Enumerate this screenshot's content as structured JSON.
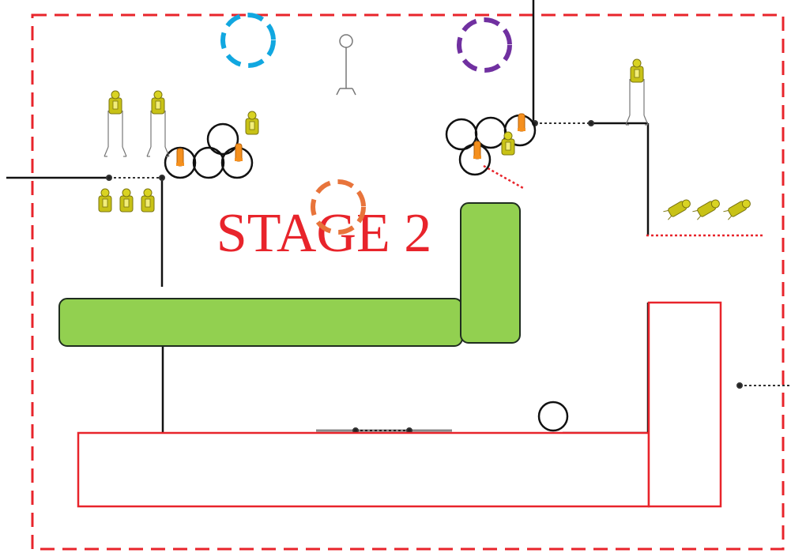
{
  "title": "STAGE 2",
  "colors": {
    "boundary": "#e8242b",
    "table_fill": "#92d050",
    "table_stroke": "#1f2d1f",
    "wall": "#111111",
    "door": "#333333",
    "marker_blue": "#11a7e0",
    "marker_purple": "#7030a0",
    "marker_orange": "#e8743b",
    "figure_yellow": "#c8c216",
    "figure_orange": "#f5901e"
  },
  "markers": [
    {
      "name": "blue-marker",
      "color": "blue"
    },
    {
      "name": "purple-marker",
      "color": "purple"
    },
    {
      "name": "orange-marker",
      "color": "orange"
    }
  ],
  "icons": {
    "standing_figure": "person-standing-icon",
    "seated_figure": "person-seated-icon",
    "lying_figure": "person-lying-icon",
    "stool": "stool-icon",
    "round_seat": "round-seat-icon"
  }
}
